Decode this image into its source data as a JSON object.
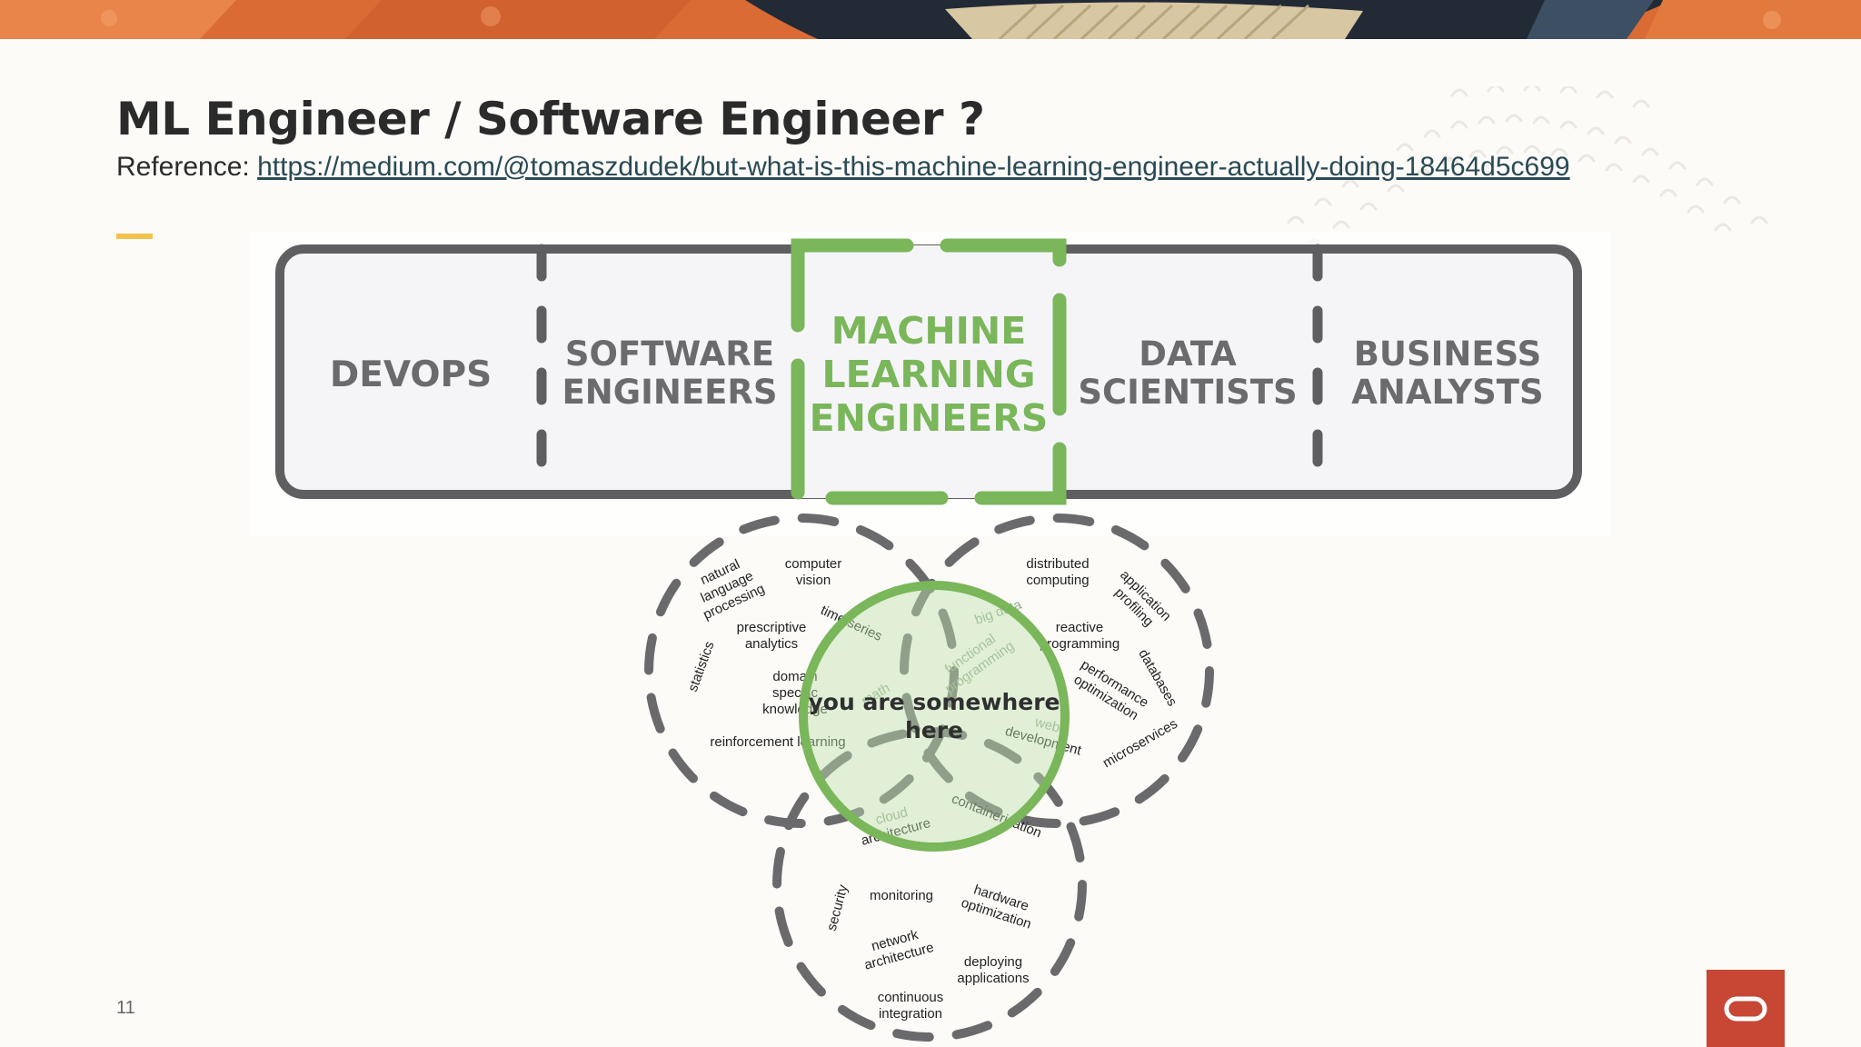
{
  "slide": {
    "title": "ML Engineer / Software Engineer ?",
    "reference_label": "Reference:",
    "reference_url": "https://medium.com/@tomaszdudek/but-what-is-this-machine-learning-engineer-actually-doing-18464d5c699",
    "page_number": "11"
  },
  "roles": {
    "devops": [
      "DEVOPS"
    ],
    "software": [
      "SOFTWARE",
      "ENGINEERS"
    ],
    "ml": [
      "MACHINE",
      "LEARNING",
      "ENGINEERS"
    ],
    "data": [
      "DATA",
      "SCIENTISTS"
    ],
    "business": [
      "BUSINESS",
      "ANALYSTS"
    ]
  },
  "center_label": [
    "you are somewhere",
    "here"
  ],
  "skills": {
    "nlp": [
      "natural",
      "language",
      "processing"
    ],
    "computer_vision": [
      "computer",
      "vision"
    ],
    "distributed_computing": [
      "distributed",
      "computing"
    ],
    "application_profiling": [
      "application",
      "profiling"
    ],
    "statistics": "statistics",
    "prescriptive_analytics": [
      "prescriptive",
      "analytics"
    ],
    "time_series": "time series",
    "big_data": "big data",
    "reactive_programming": [
      "reactive",
      "programming"
    ],
    "databases": "databases",
    "domain_knowledge": [
      "domain",
      "specific",
      "knowledge"
    ],
    "math": "math",
    "functional_programming": [
      "functional",
      "programming"
    ],
    "performance_optimization": [
      "performance",
      "optimization"
    ],
    "reinforcement_learning": "reinforcement learning",
    "web_development": [
      "web",
      "development"
    ],
    "microservices": "microservices",
    "cloud_architecture": [
      "cloud",
      "architecture"
    ],
    "containerization": "containerization",
    "security": "security",
    "monitoring": "monitoring",
    "hardware_optimization": [
      "hardware",
      "optimization"
    ],
    "network_architecture": [
      "network",
      "architecture"
    ],
    "deploying_applications": [
      "deploying",
      "applications"
    ],
    "continuous_integration": [
      "continuous",
      "integration"
    ]
  },
  "colors": {
    "accent_yellow": "#f2c14e",
    "ml_green": "#7ab65a",
    "box_gray": "#5f5f62",
    "oracle_red": "#c74634"
  }
}
